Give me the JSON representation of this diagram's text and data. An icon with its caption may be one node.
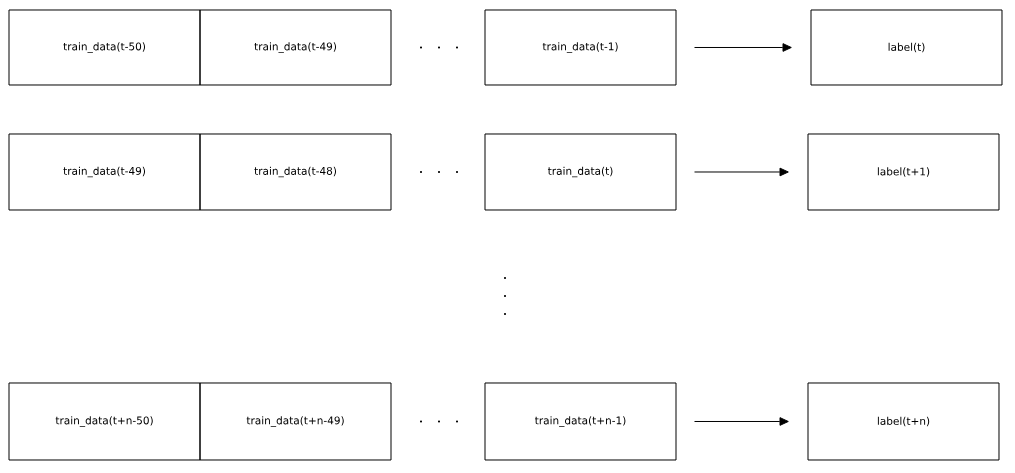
{
  "diagram": {
    "nodes": [
      {
        "text": [
          "train_data(t-50)"
        ]
      },
      {
        "text": [
          "train_data(t-49)"
        ]
      },
      {
        "text": [
          "train_data(t-1)"
        ]
      },
      {
        "text": [
          "label(t)"
        ]
      },
      {
        "text": [
          "train_data(t-49)"
        ]
      },
      {
        "text": [
          "train_data(t-48)"
        ]
      },
      {
        "text": [
          "train_data(t)"
        ]
      },
      {
        "text": [
          "label(t+1)"
        ]
      },
      {
        "text": [
          "train_data(t+n-50)"
        ]
      },
      {
        "text": [
          "train_data(t+n-49)"
        ]
      },
      {
        "text": [
          "train_data(t+n-1)"
        ]
      },
      {
        "text": [
          "label(t+n)"
        ]
      }
    ],
    "edges": [
      {
        "from": 2,
        "to": 3,
        "arrow": "to"
      },
      {
        "from": 6,
        "to": 7,
        "arrow": "to"
      },
      {
        "from": 10,
        "to": 11,
        "arrow": "to"
      }
    ]
  }
}
